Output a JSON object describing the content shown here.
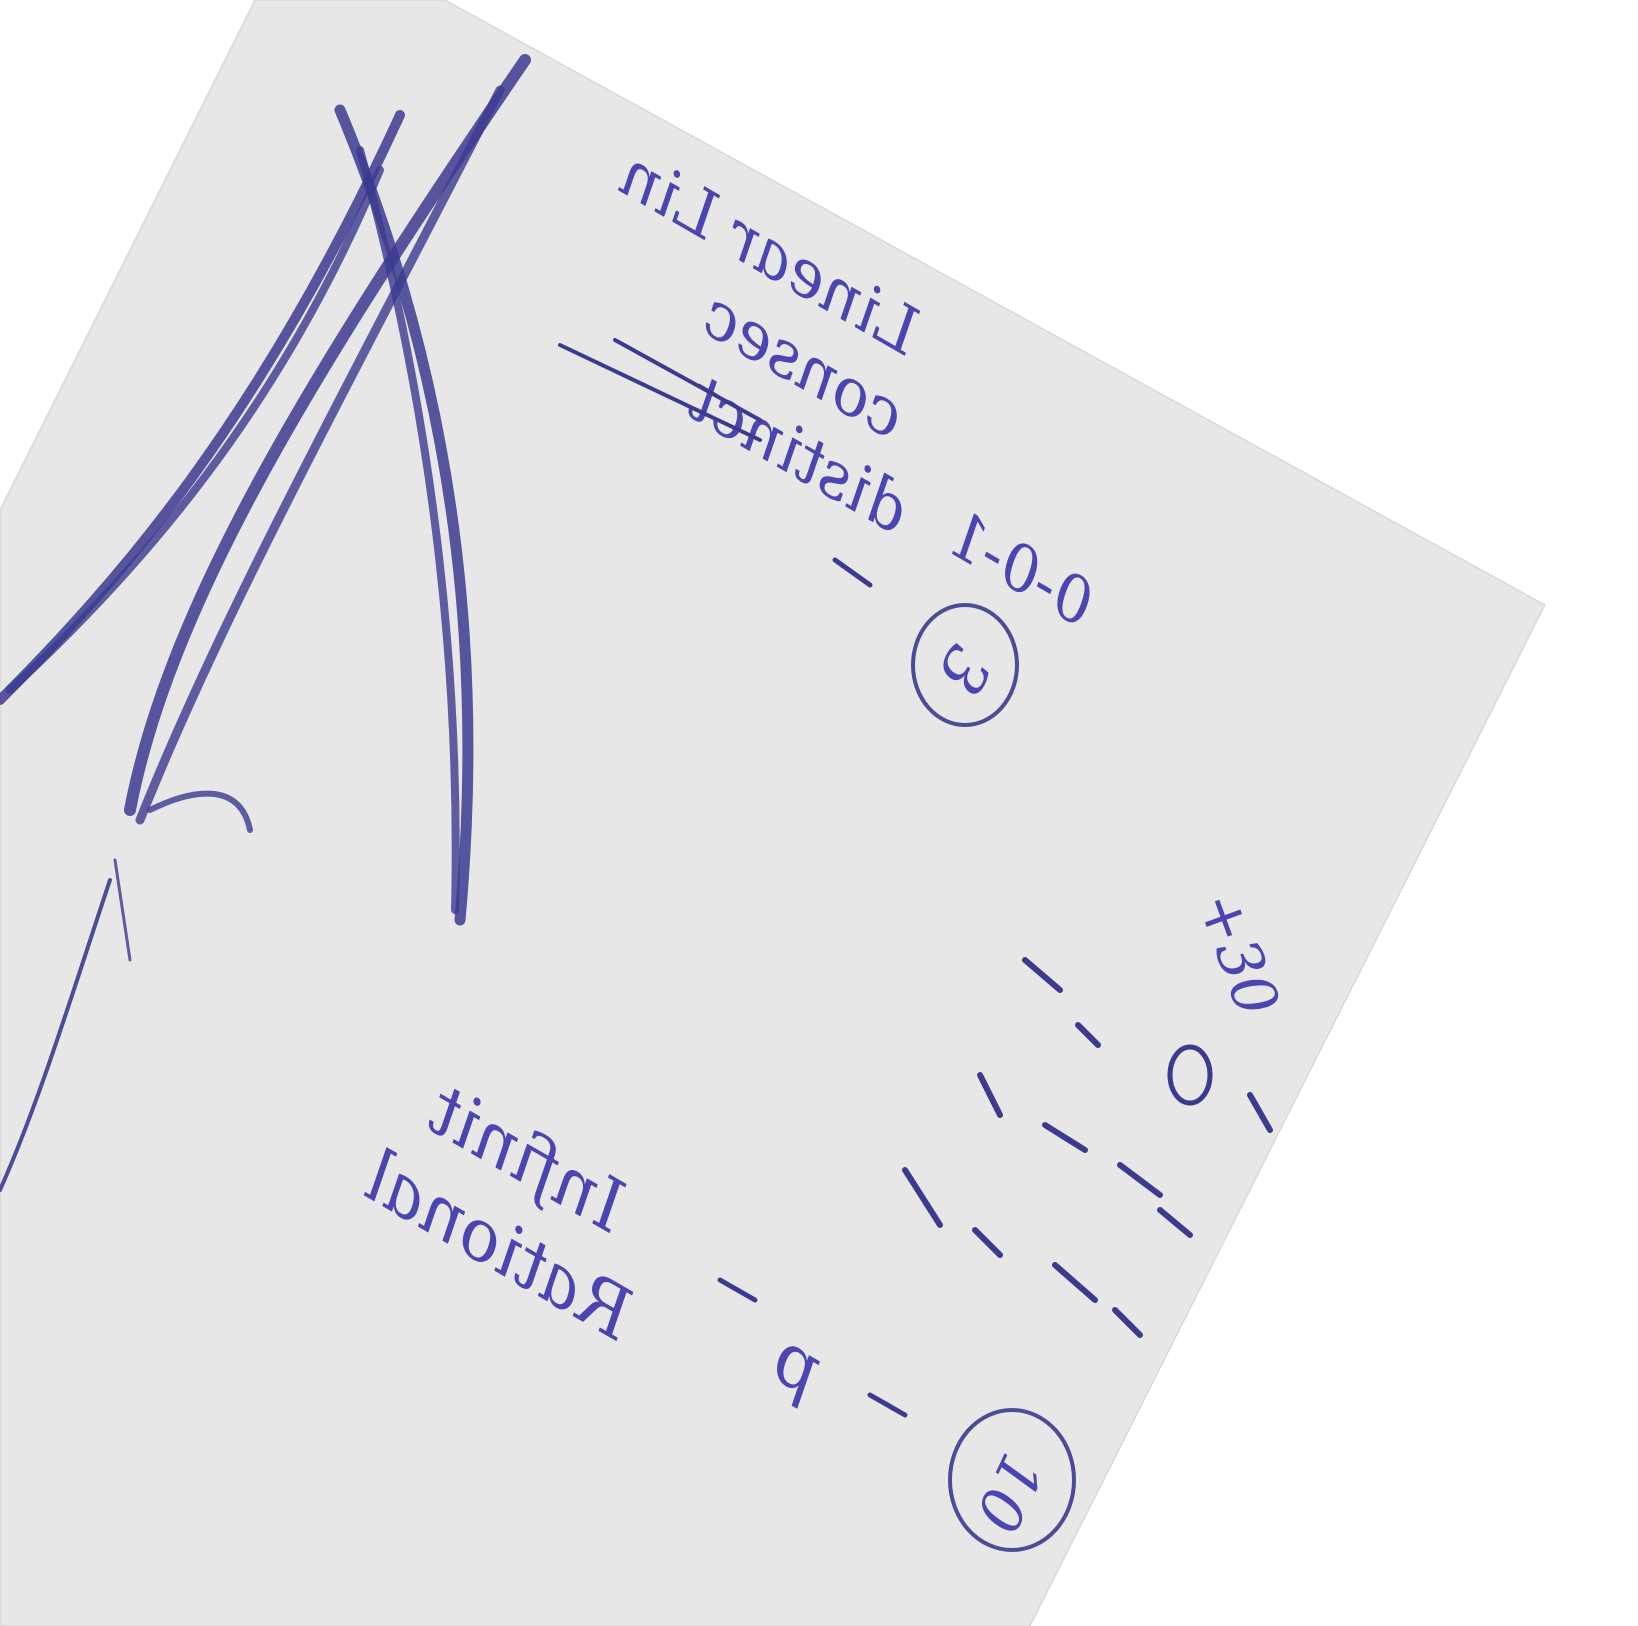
{
  "page": {
    "background": "#ffffff",
    "paper_color": "#e7e7e8",
    "ink_color": "#3b3a8f",
    "mirrored": true,
    "rotation_deg": 30
  },
  "notes": {
    "top_block": {
      "line1": "Linear Lin",
      "line2": "consec",
      "line3": "distinct"
    },
    "top_sequence": "0-0-1",
    "top_circled_score": "3",
    "bottom_block": {
      "line1": "Infinit",
      "line2": "Rational"
    },
    "bottom_sequence_prefix": "p",
    "bottom_circled_score": "10",
    "right_top_mark": "+30"
  },
  "sketch": {
    "description_icon": "crossed-strokes-sketch-icon"
  }
}
